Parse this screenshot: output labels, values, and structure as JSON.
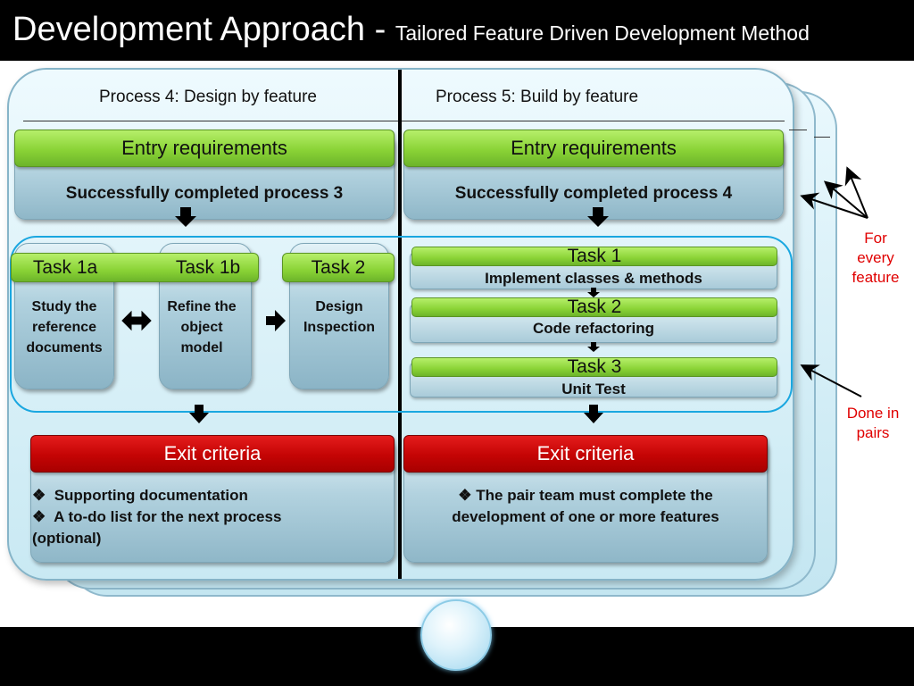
{
  "title": {
    "main": "Development Approach - ",
    "sub": "Tailored Feature Driven Development Method"
  },
  "left": {
    "header": "Process 4: Design by feature",
    "entry_label": "Entry requirements",
    "entry_text": "Successfully completed process  3",
    "tasks": [
      {
        "label": "Task 1a",
        "body": [
          "Study the",
          "reference",
          "documents"
        ]
      },
      {
        "label": "Task 1b",
        "body": [
          "Refine the",
          "object",
          "model"
        ]
      },
      {
        "label": "Task 2",
        "body": [
          "Design",
          "Inspection"
        ]
      }
    ],
    "exit_label": "Exit criteria",
    "exit_bullets": [
      "Supporting documentation",
      "A to-do list for the next process"
    ],
    "exit_tail": "(optional)"
  },
  "right": {
    "header": "Process 5: Build by feature",
    "entry_label": "Entry requirements",
    "entry_text": "Successfully completed process  4",
    "tasks": [
      {
        "label": "Task 1",
        "body": "Implement classes & methods"
      },
      {
        "label": "Task 2",
        "body": "Code refactoring"
      },
      {
        "label": "Task 3",
        "body": "Unit Test"
      }
    ],
    "exit_label": "Exit criteria",
    "exit_line1": "The pair team must complete the",
    "exit_line2": "development of one or more features"
  },
  "notes": {
    "for_every": [
      "For",
      "every",
      "feature"
    ],
    "done_in": [
      "Done in",
      "pairs"
    ]
  },
  "glyphs": {
    "bullet": "❖"
  },
  "colors": {
    "accent_green": "#8ad336",
    "exit_red": "#c40404",
    "oval_blue": "#1aa7e0",
    "note_red": "#e00000"
  }
}
